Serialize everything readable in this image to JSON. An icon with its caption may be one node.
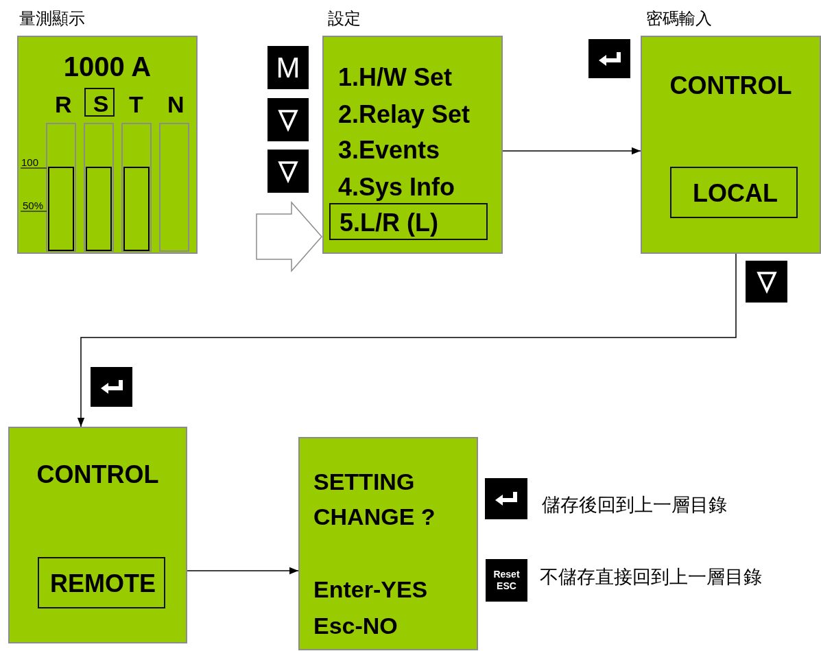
{
  "diagram": {
    "nodes": [
      {
        "text": [
          "量測顯示",
          "1000 A",
          "R",
          "T",
          "N",
          "100",
          "50%"
        ]
      },
      {
        "text": [
          "S"
        ],
        "in": 0
      },
      {
        "text": [
          "M"
        ]
      },
      {
        "text": [],
        "shape": "box"
      },
      {
        "text": [],
        "shape": "box"
      },
      {
        "text": [
          "設定",
          "1.H/W Set",
          "2.Relay Set",
          "3.Events",
          "4.Sys Info"
        ]
      },
      {
        "text": [
          "5.L/R (L)"
        ],
        "in": 5
      },
      {
        "text": [],
        "shape": "box"
      },
      {
        "text": [
          "密碼輸入",
          "CONTROL"
        ]
      },
      {
        "text": [
          "LOCAL"
        ],
        "in": 8
      },
      {
        "text": [],
        "shape": "box"
      },
      {
        "text": [],
        "shape": "box"
      },
      {
        "text": [
          "CONTROL"
        ]
      },
      {
        "text": [
          "REMOTE"
        ],
        "in": 12
      },
      {
        "text": [
          "SETTING CHANGE ?",
          "Enter-YES Esc-NO"
        ]
      },
      {
        "text": [],
        "shape": "box",
        "beside": [
          "儲存後回到上一層目錄"
        ]
      },
      {
        "text": [
          "Reset ESC"
        ],
        "beside": [
          "不儲存直接回到上一層目錄"
        ]
      }
    ],
    "edges": [
      {
        "from": null,
        "to": 5,
        "arrow": "to",
        "style": "thick"
      },
      {
        "from": 5,
        "to": 8,
        "arrow": "to"
      },
      {
        "from": 8,
        "to": 12,
        "arrow": "to"
      },
      {
        "from": 12,
        "to": 14,
        "arrow": "to"
      }
    ]
  }
}
